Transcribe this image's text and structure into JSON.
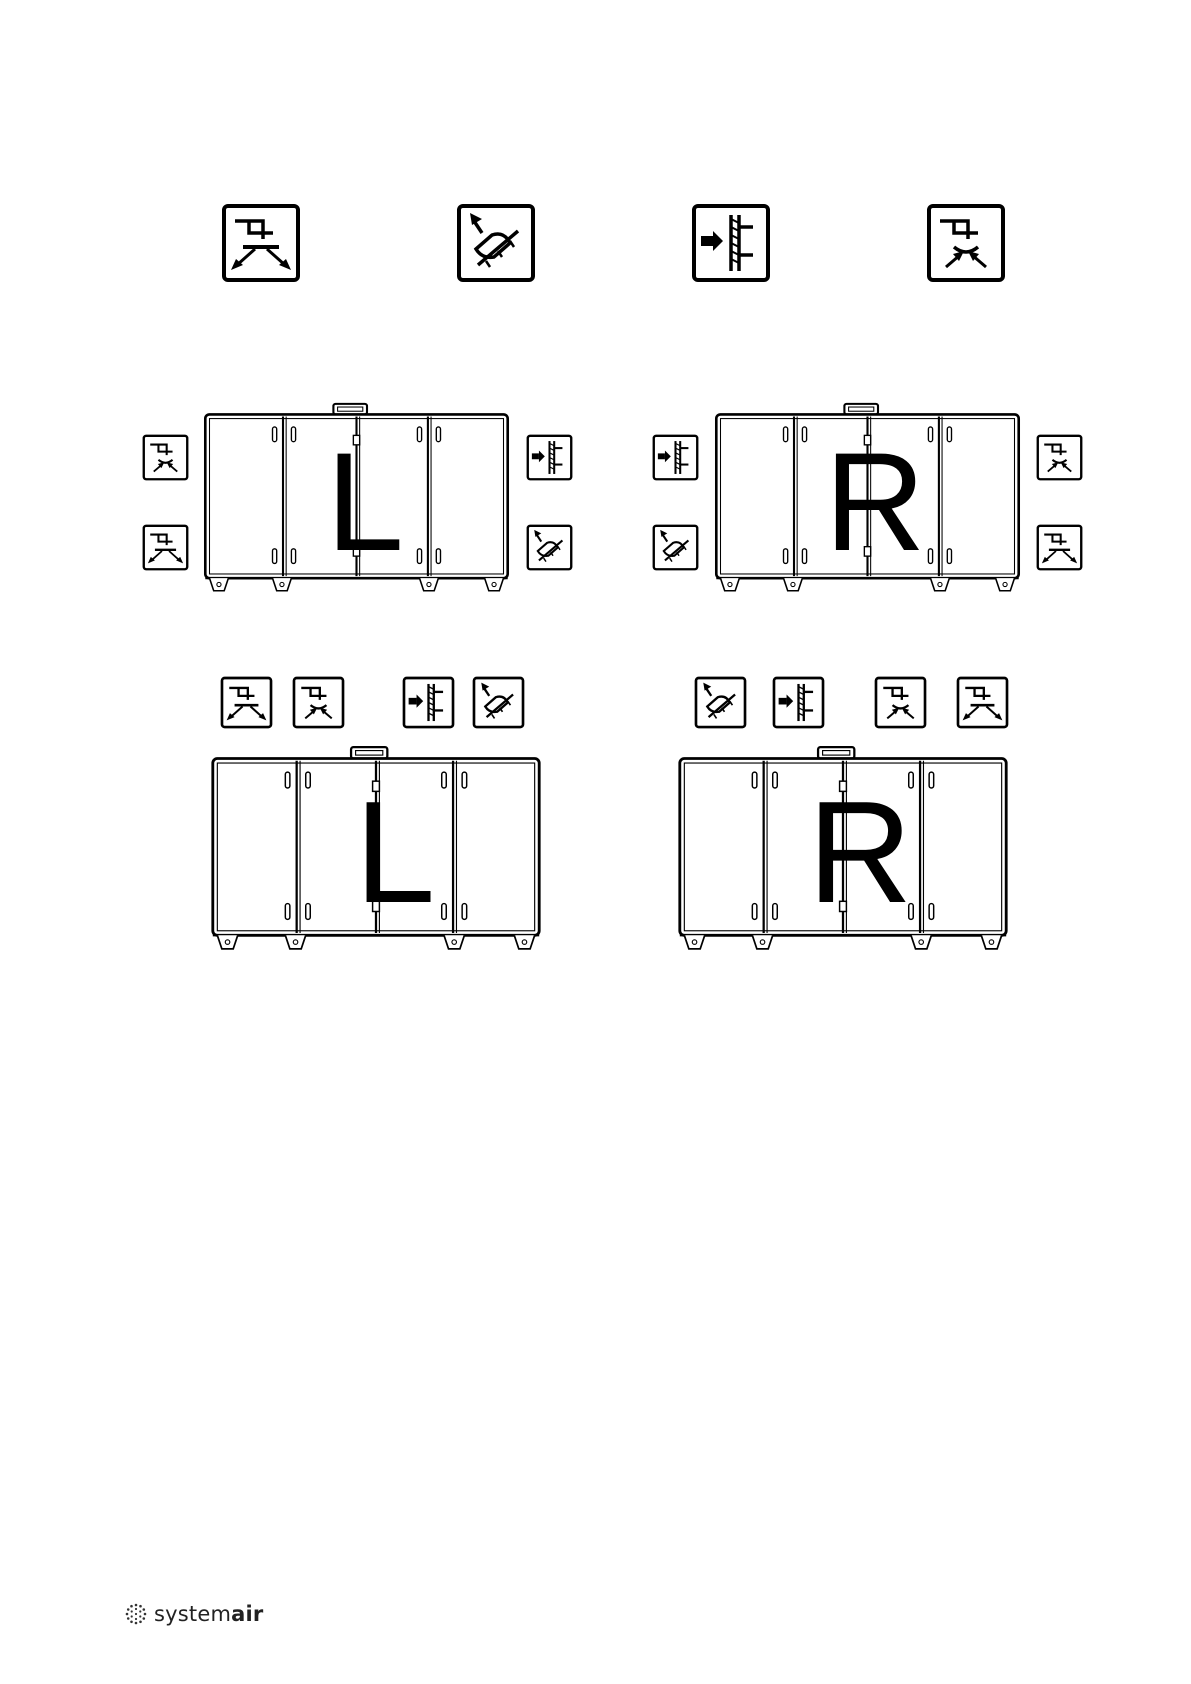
{
  "legend": [
    {
      "icon": "supply-air-icon"
    },
    {
      "icon": "exhaust-air-icon"
    },
    {
      "icon": "outdoor-air-icon"
    },
    {
      "icon": "extract-air-icon"
    }
  ],
  "units": [
    {
      "letter": "L",
      "icons": [
        "extract-air-icon",
        "supply-air-icon",
        "outdoor-air-icon",
        "exhaust-air-icon"
      ]
    },
    {
      "letter": "R",
      "icons": [
        "outdoor-air-icon",
        "exhaust-air-icon",
        "extract-air-icon",
        "supply-air-icon"
      ]
    },
    {
      "letter": "L",
      "icons": [
        "supply-air-icon",
        "extract-air-icon",
        "outdoor-air-icon",
        "exhaust-air-icon"
      ]
    },
    {
      "letter": "R",
      "icons": [
        "exhaust-air-icon",
        "outdoor-air-icon",
        "extract-air-icon",
        "supply-air-icon"
      ]
    }
  ],
  "footer": {
    "brand_light": "system",
    "brand_bold": "air"
  }
}
